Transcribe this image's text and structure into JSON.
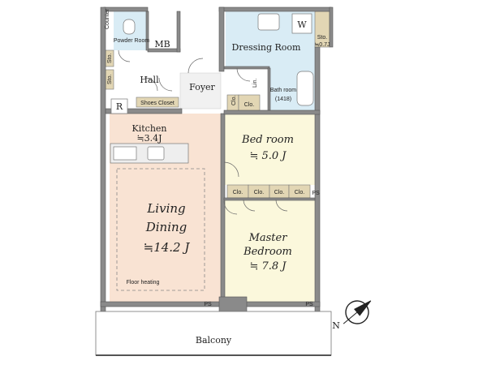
{
  "rooms": {
    "counter": "Counter",
    "powder_room": "Powder Room",
    "mb": "MB",
    "sto": "Sto.",
    "hall": "Hall",
    "foyer": "Foyer",
    "shoes_closet": "Shoes Closet",
    "r": "R",
    "dressing_room": "Dressing Room",
    "w": "W",
    "sto_right": "Sto.",
    "sto_right_area": "≒0.7J",
    "lin": "Lin.",
    "bath_room": "Bath room",
    "bath_size": "(1418)",
    "clo": "Clo.",
    "kitchen": "Kitchen",
    "kitchen_area": "≒3.4J",
    "bedroom": "Bed room",
    "bedroom_area": "≒ 5.0 J",
    "living": "Living",
    "dining": "Dining",
    "living_area": "≒14.2 J",
    "floor_heating": "Floor heating",
    "master": "Master",
    "master_bedroom": "Bedroom",
    "master_area": "≒ 7.8 J",
    "ps": "PS",
    "balcony": "Balcony",
    "north": "N"
  },
  "colors": {
    "wet_area": "#d9ecf5",
    "living_floor": "#f9e3d3",
    "bedroom_floor": "#fbf8dc",
    "closet": "#e2d6b4",
    "wall": "#8a8a8a"
  }
}
